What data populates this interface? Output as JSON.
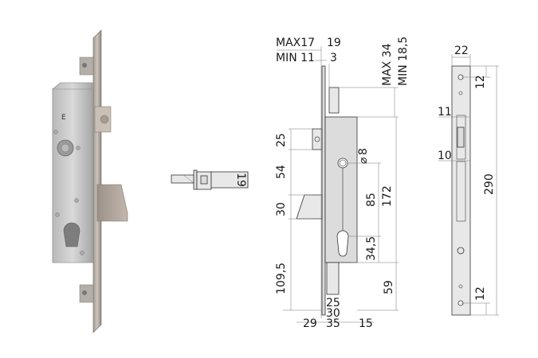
{
  "photo": {
    "subject": "mortise lock with hook bolt, cylinder hole and faceplate",
    "markings": "E"
  },
  "bolt_side_view": {
    "dim_height": "19"
  },
  "front_view": {
    "dims": {
      "max_backset": "MAX17",
      "min_backset": "MIN 11",
      "top_width": "19",
      "top_small": "3",
      "max_34": "MAX 34",
      "min_18_5": "MIN 18,5",
      "d25": "25",
      "d54": "54",
      "d30": "30",
      "d109_5": "109,5",
      "d8": "8",
      "d8_symbol": "⌀",
      "d85": "85",
      "d172": "172",
      "d34_5": "34,5",
      "d59": "59",
      "bottom_25": "25",
      "bottom_30": "30",
      "bottom_35": "35",
      "bottom_29": "29",
      "bottom_15": "15"
    }
  },
  "faceplate_view": {
    "dims": {
      "width": "22",
      "top_12": "12",
      "d11": "11",
      "d10": "10",
      "length": "290",
      "bottom_12": "12"
    }
  }
}
